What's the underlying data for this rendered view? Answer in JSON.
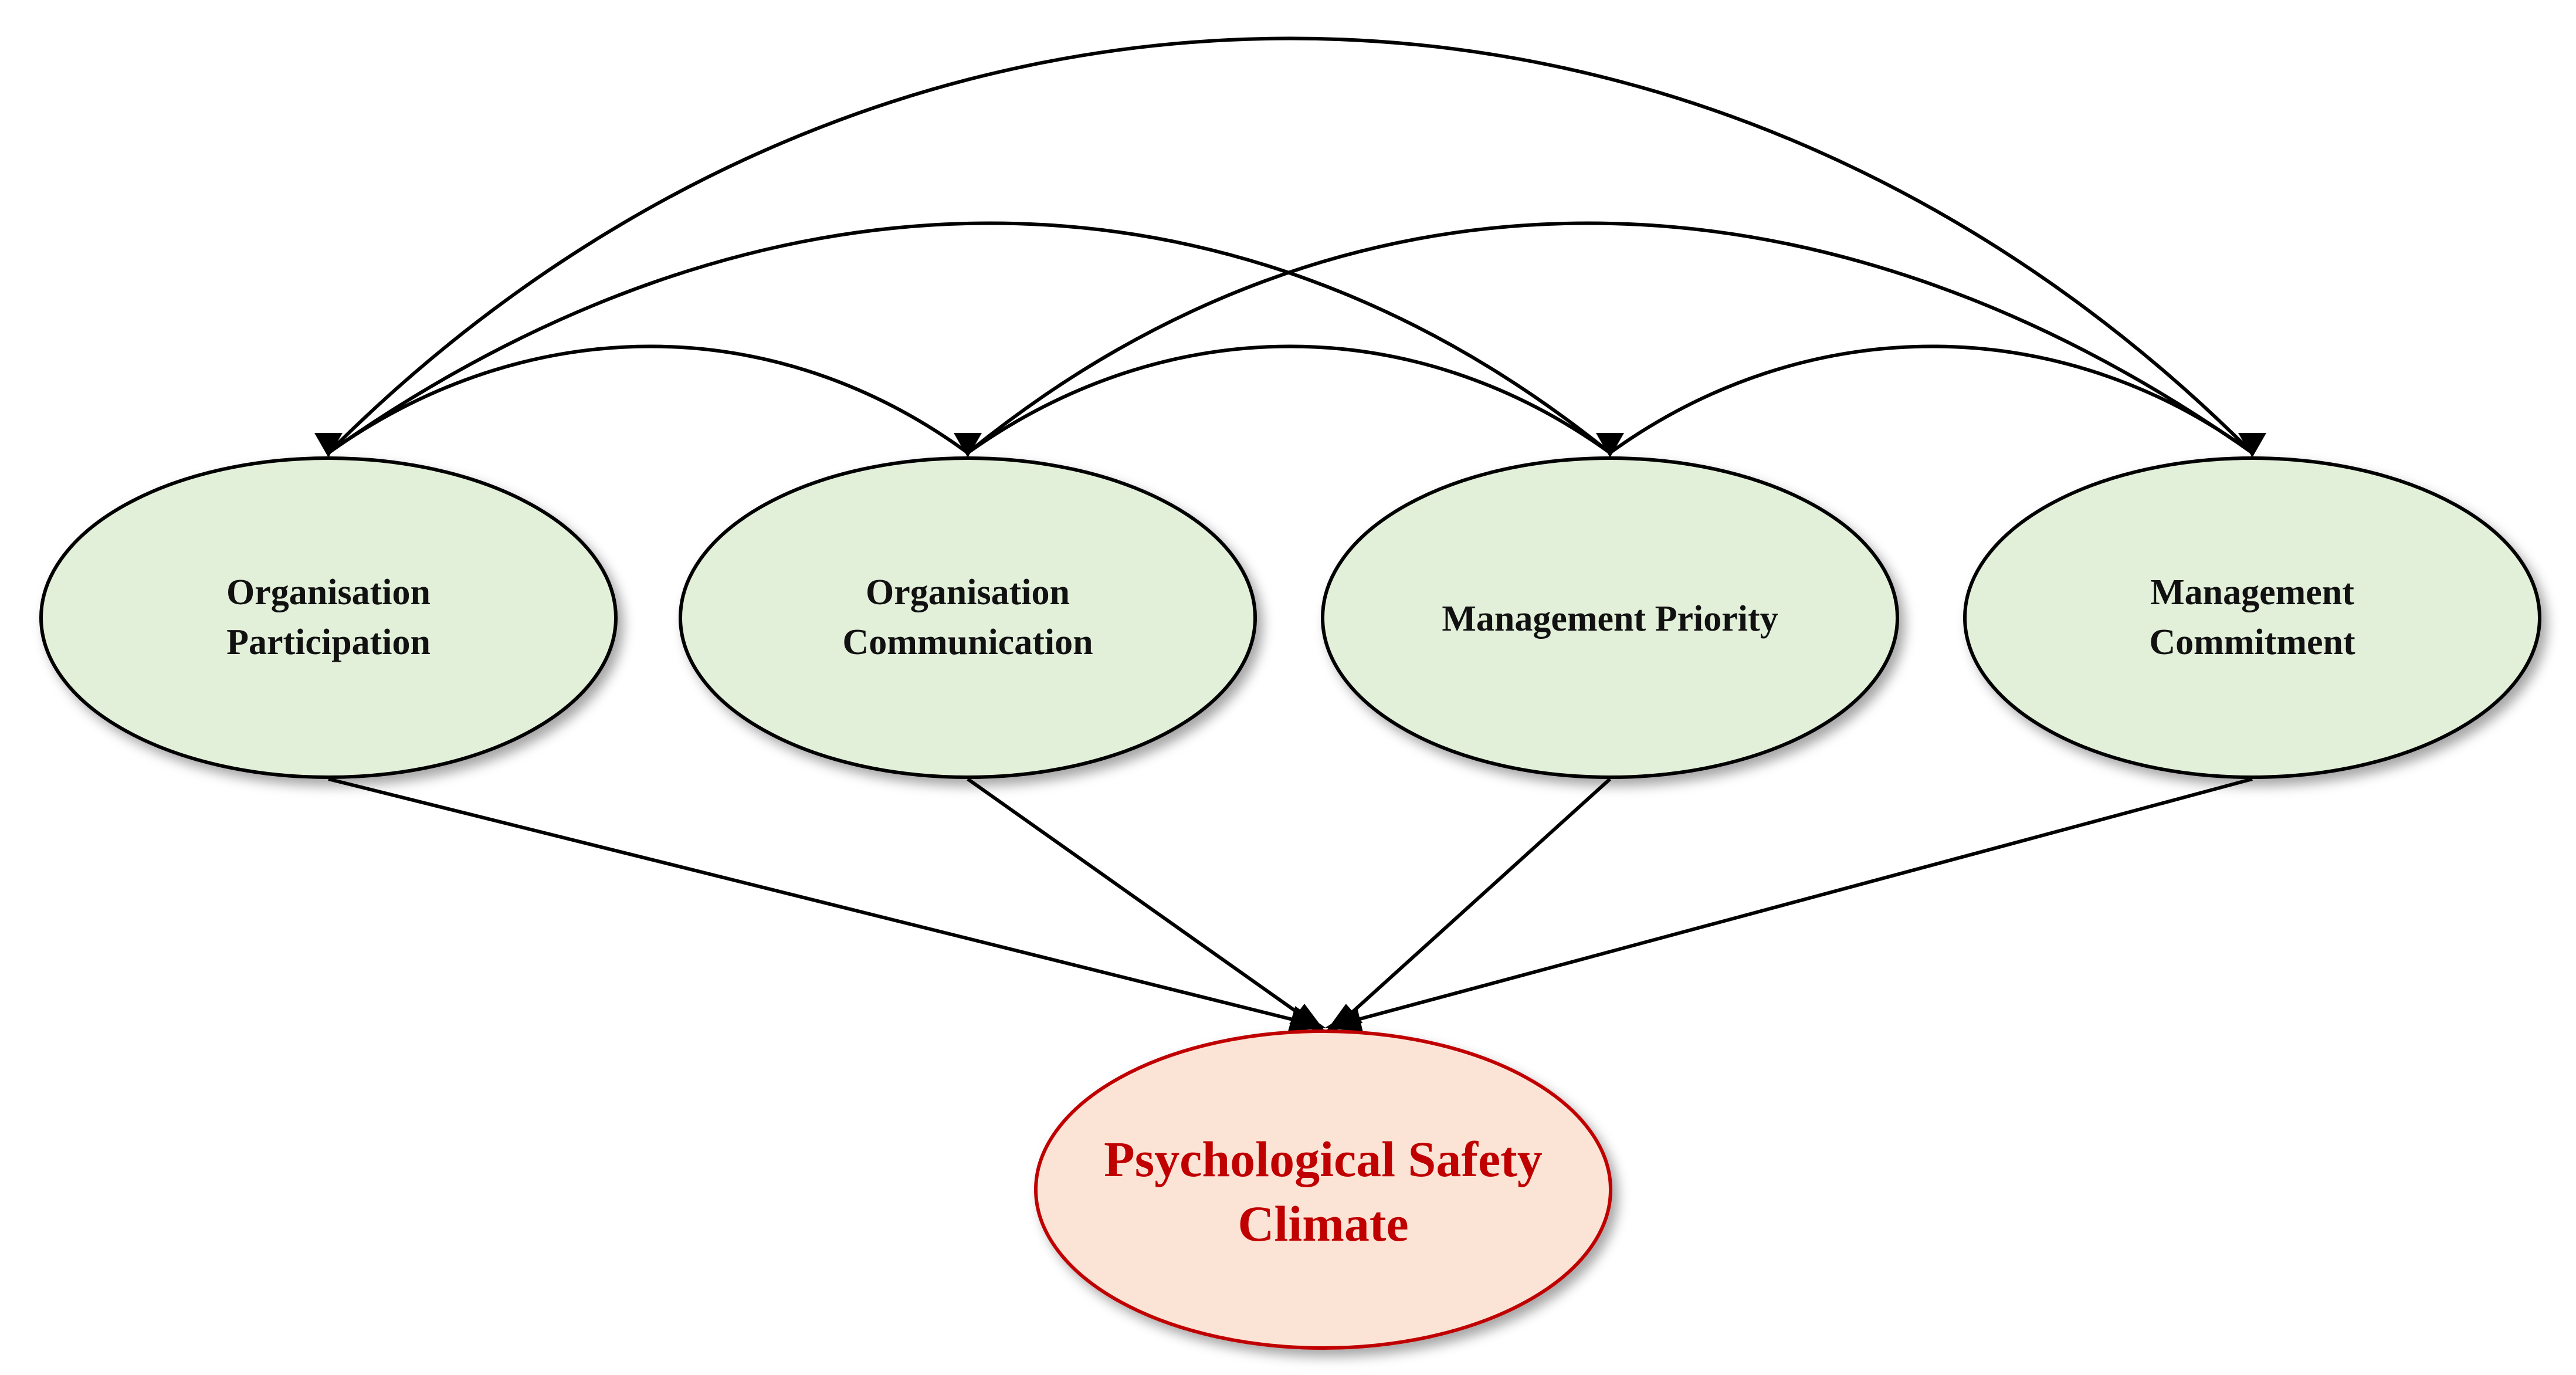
{
  "nodes": {
    "participation": {
      "line1": "Organisation",
      "line2": "Participation"
    },
    "communication": {
      "line1": "Organisation",
      "line2": "Communication"
    },
    "priority": {
      "line1": "Management Priority"
    },
    "commitment": {
      "line1": "Management",
      "line2": "Commitment"
    },
    "outcome": {
      "line1": "Psychological Safety",
      "line2": "Climate"
    }
  },
  "colors": {
    "factor_fill": "#e2efd9",
    "factor_stroke": "#000000",
    "outcome_fill": "#fbe4d6",
    "outcome_stroke": "#c00000",
    "outcome_text": "#c00000",
    "arrow": "#000000"
  }
}
